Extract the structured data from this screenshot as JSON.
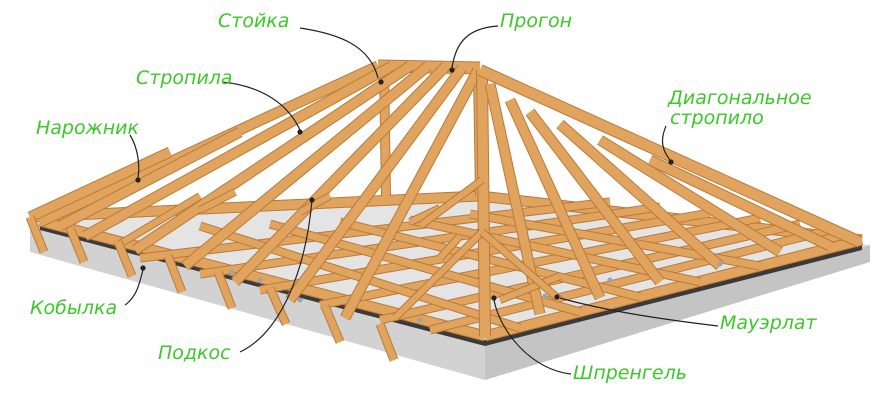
{
  "colors": {
    "label": "#3cc828",
    "leader": "#222222",
    "wood": "#e0a45e",
    "wood_dark": "#b97a3a",
    "wood_light": "#f0c088",
    "concrete": "#e4e4e4",
    "concrete_dark": "#c9c9c9",
    "membrane": "#3a3a3a"
  },
  "labels": {
    "stoika": "Стойка",
    "progon": "Прогон",
    "stropila": "Стропила",
    "diagonal_line1": "Диагональное",
    "diagonal_line2": "стропило",
    "narozhnik": "Нарожник",
    "kobylka": "Кобылка",
    "podkos": "Подкос",
    "mauerlat": "Мауэрлат",
    "shprengel": "Шпренгель"
  }
}
